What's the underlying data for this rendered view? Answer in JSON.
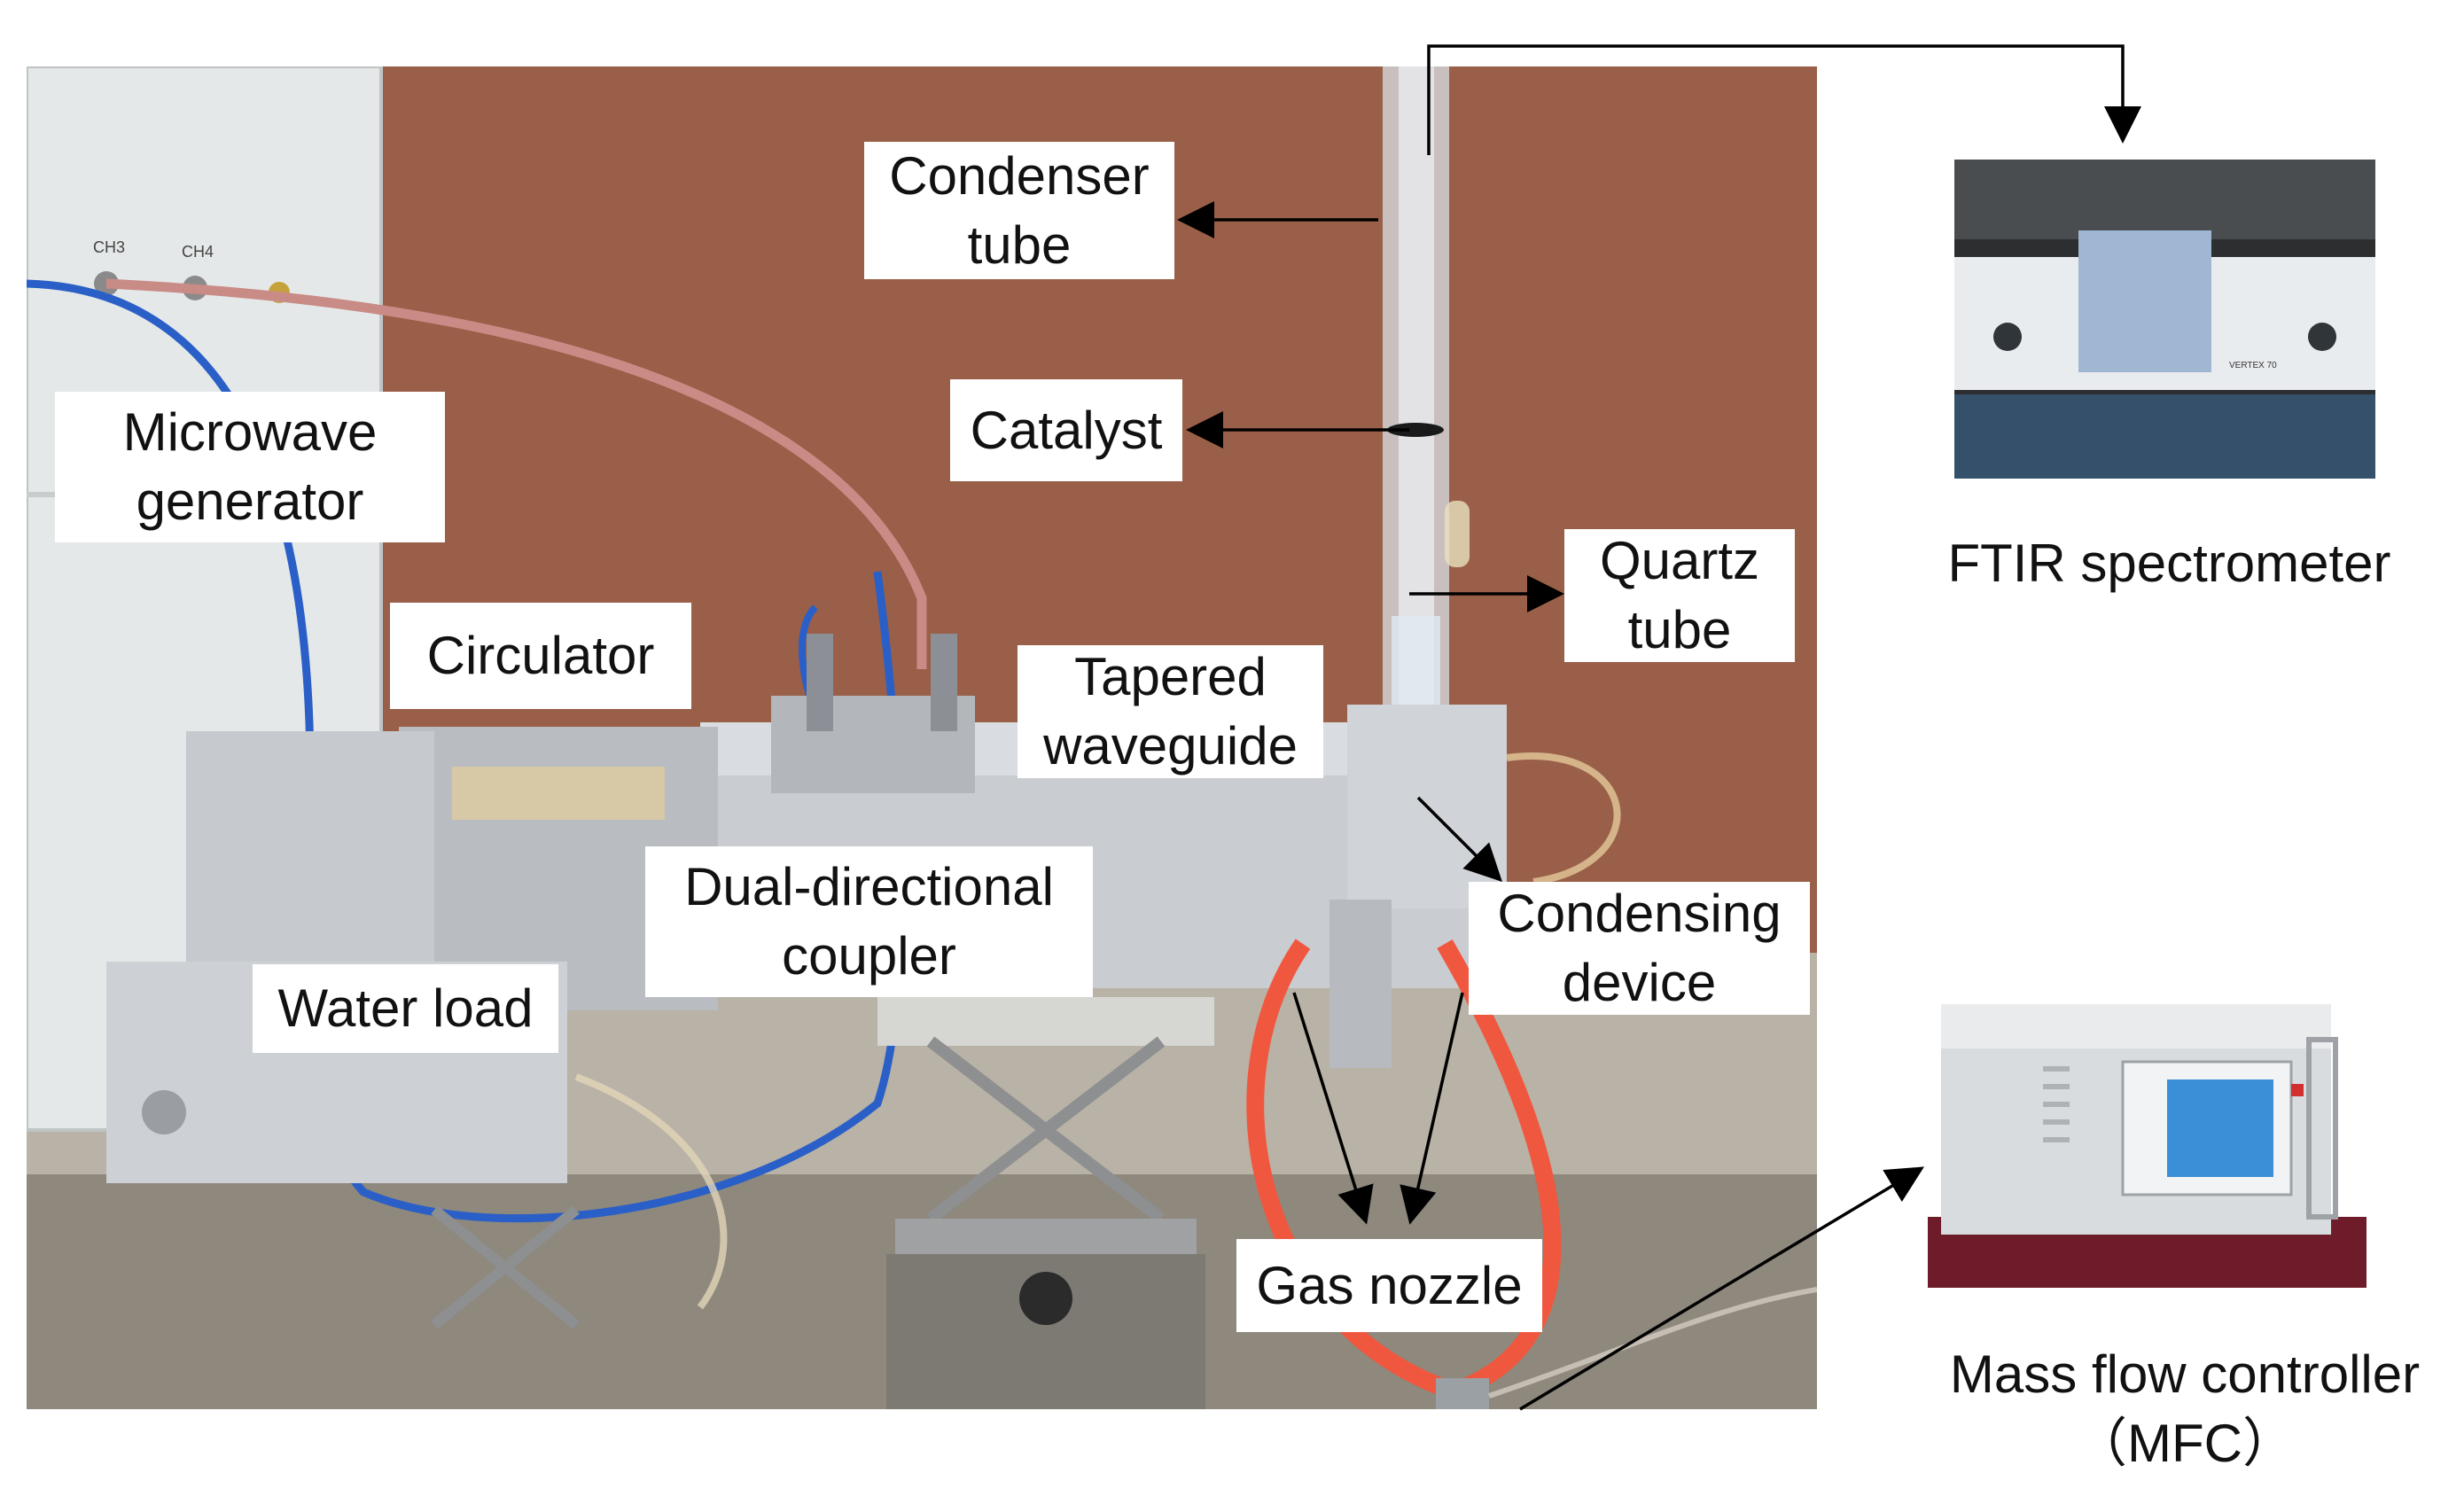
{
  "labels": {
    "condenser_tube": [
      "Condenser",
      "tube"
    ],
    "catalyst": "Catalyst",
    "microwave_generator": [
      "Microwave",
      "generator"
    ],
    "circulator": "Circulator",
    "quartz_tube": [
      "Quartz",
      "tube"
    ],
    "tapered_waveguide": [
      "Tapered",
      "waveguide"
    ],
    "dual_directional_coupler": [
      "Dual-directional",
      "coupler"
    ],
    "condensing_device": [
      "Condensing",
      "device"
    ],
    "water_load": "Water load",
    "gas_nozzle": "Gas nozzle"
  },
  "captions": {
    "ftir": "FTIR spectrometer",
    "mfc_line1": "Mass flow controller",
    "mfc_line2": "（MFC）"
  },
  "photo_text": {
    "ch3": "CH3",
    "ch4": "CH4",
    "vertex": "VERTEX 70"
  },
  "colors": {
    "wall": "#8f5a45",
    "aluminum": "#c9ccd0",
    "blue_cable": "#2a5fc7",
    "pink_cable": "#c98b86",
    "red_tube": "#f0573f"
  }
}
